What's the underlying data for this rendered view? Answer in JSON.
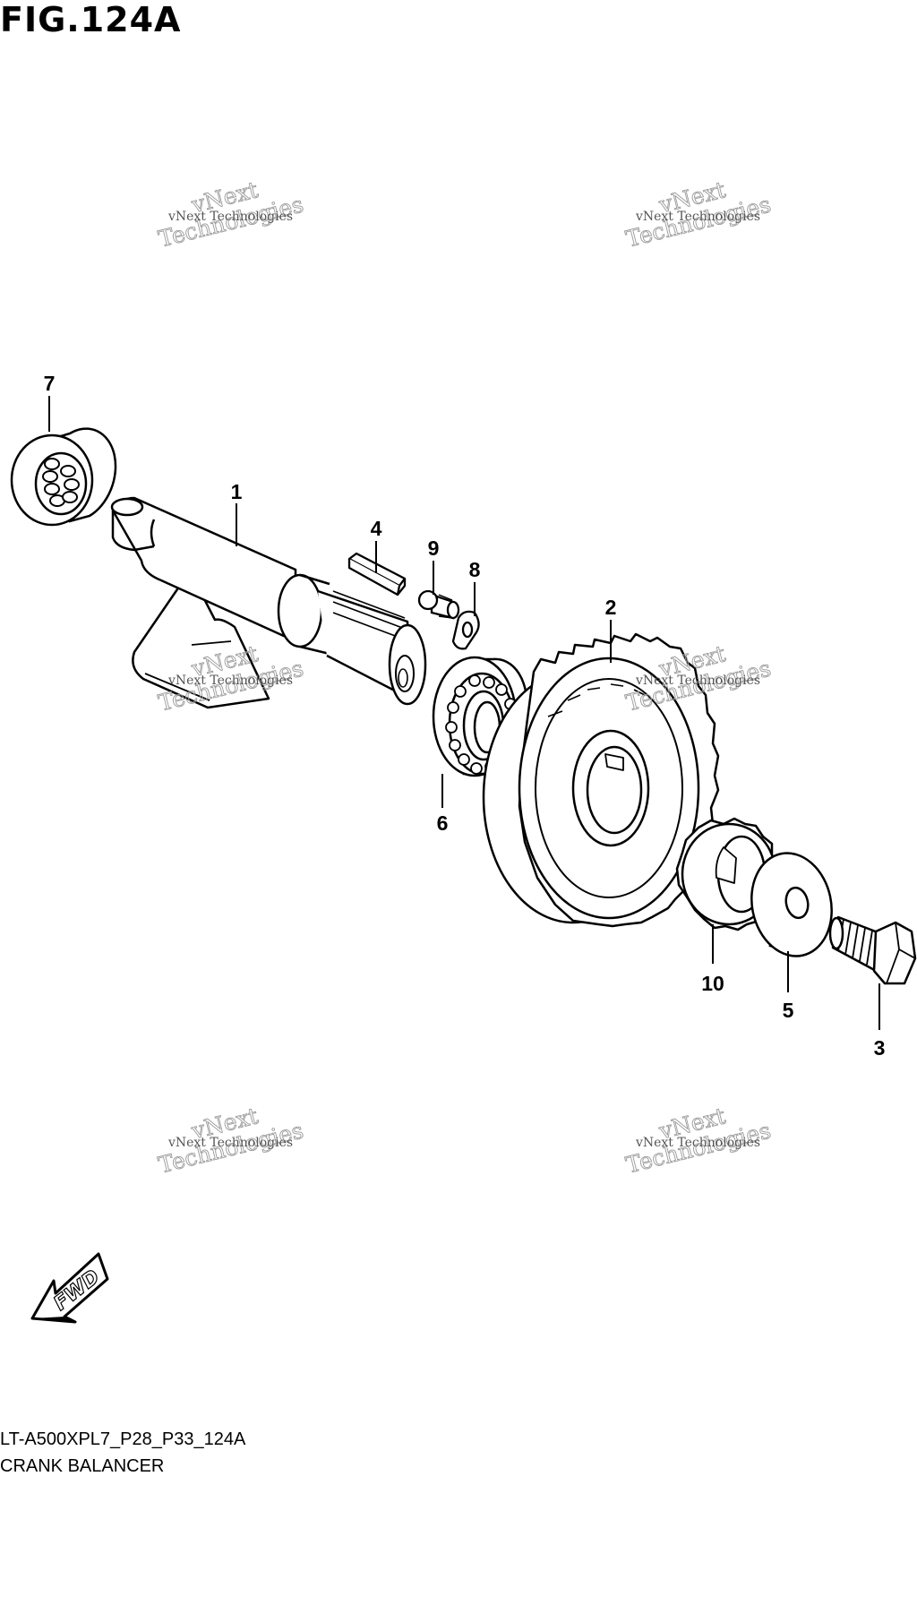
{
  "figure": {
    "title": "FIG.124A",
    "code": "LT-A500XPL7_P28_P33_124A",
    "name": "CRANK BALANCER"
  },
  "watermark": {
    "line1": "vNext",
    "line2": "Technologies",
    "caption": "vNext Technologies"
  },
  "direction_badge": "FWD",
  "parts": [
    {
      "ref": "1",
      "part": "balancer-shaft"
    },
    {
      "ref": "2",
      "part": "balancer-driven-gear"
    },
    {
      "ref": "3",
      "part": "bolt"
    },
    {
      "ref": "4",
      "part": "key"
    },
    {
      "ref": "5",
      "part": "washer"
    },
    {
      "ref": "6",
      "part": "ball-bearing"
    },
    {
      "ref": "7",
      "part": "needle-bearing"
    },
    {
      "ref": "8",
      "part": "washer"
    },
    {
      "ref": "9",
      "part": "pin"
    },
    {
      "ref": "10",
      "part": "gear"
    }
  ]
}
